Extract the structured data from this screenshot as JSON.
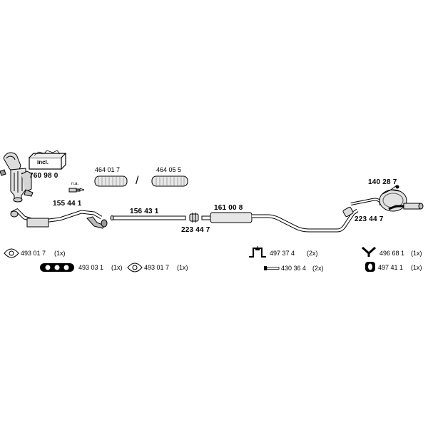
{
  "parts": {
    "catalytic_converter": "760 98 0",
    "incl_box": "incl.",
    "sensor_na": "n.a.",
    "flex_pipe_a": "464 01 7",
    "flex_pipe_b": "464 05 5",
    "separator": "/",
    "front_pipe": "155 44 1",
    "intermediate_pipe": "156 43 1",
    "clamp_front": "223 44 7",
    "center_silencer": "161 00 8",
    "rear_silencer": "140 28 7",
    "clamp_rear": "223 44 7"
  },
  "accessories": [
    {
      "part": "493 01 7",
      "qty": "(1x)",
      "icon": "ring-gasket-icon"
    },
    {
      "part": "493 03 1",
      "qty": "(1x)",
      "icon": "three-hole-gasket-icon"
    },
    {
      "part": "493 01 7",
      "qty": "(1x)",
      "icon": "ring-gasket-icon"
    },
    {
      "part": "497 37 4",
      "qty": "(2x)",
      "icon": "mounting-bracket-icon"
    },
    {
      "part": "430 36 4",
      "qty": "(2x)",
      "icon": "bolt-icon"
    },
    {
      "part": "496 68 1",
      "qty": "(1x)",
      "icon": "rubber-hanger-icon"
    },
    {
      "part": "497 41 1",
      "qty": "(1x)",
      "icon": "rubber-mount-icon"
    }
  ]
}
